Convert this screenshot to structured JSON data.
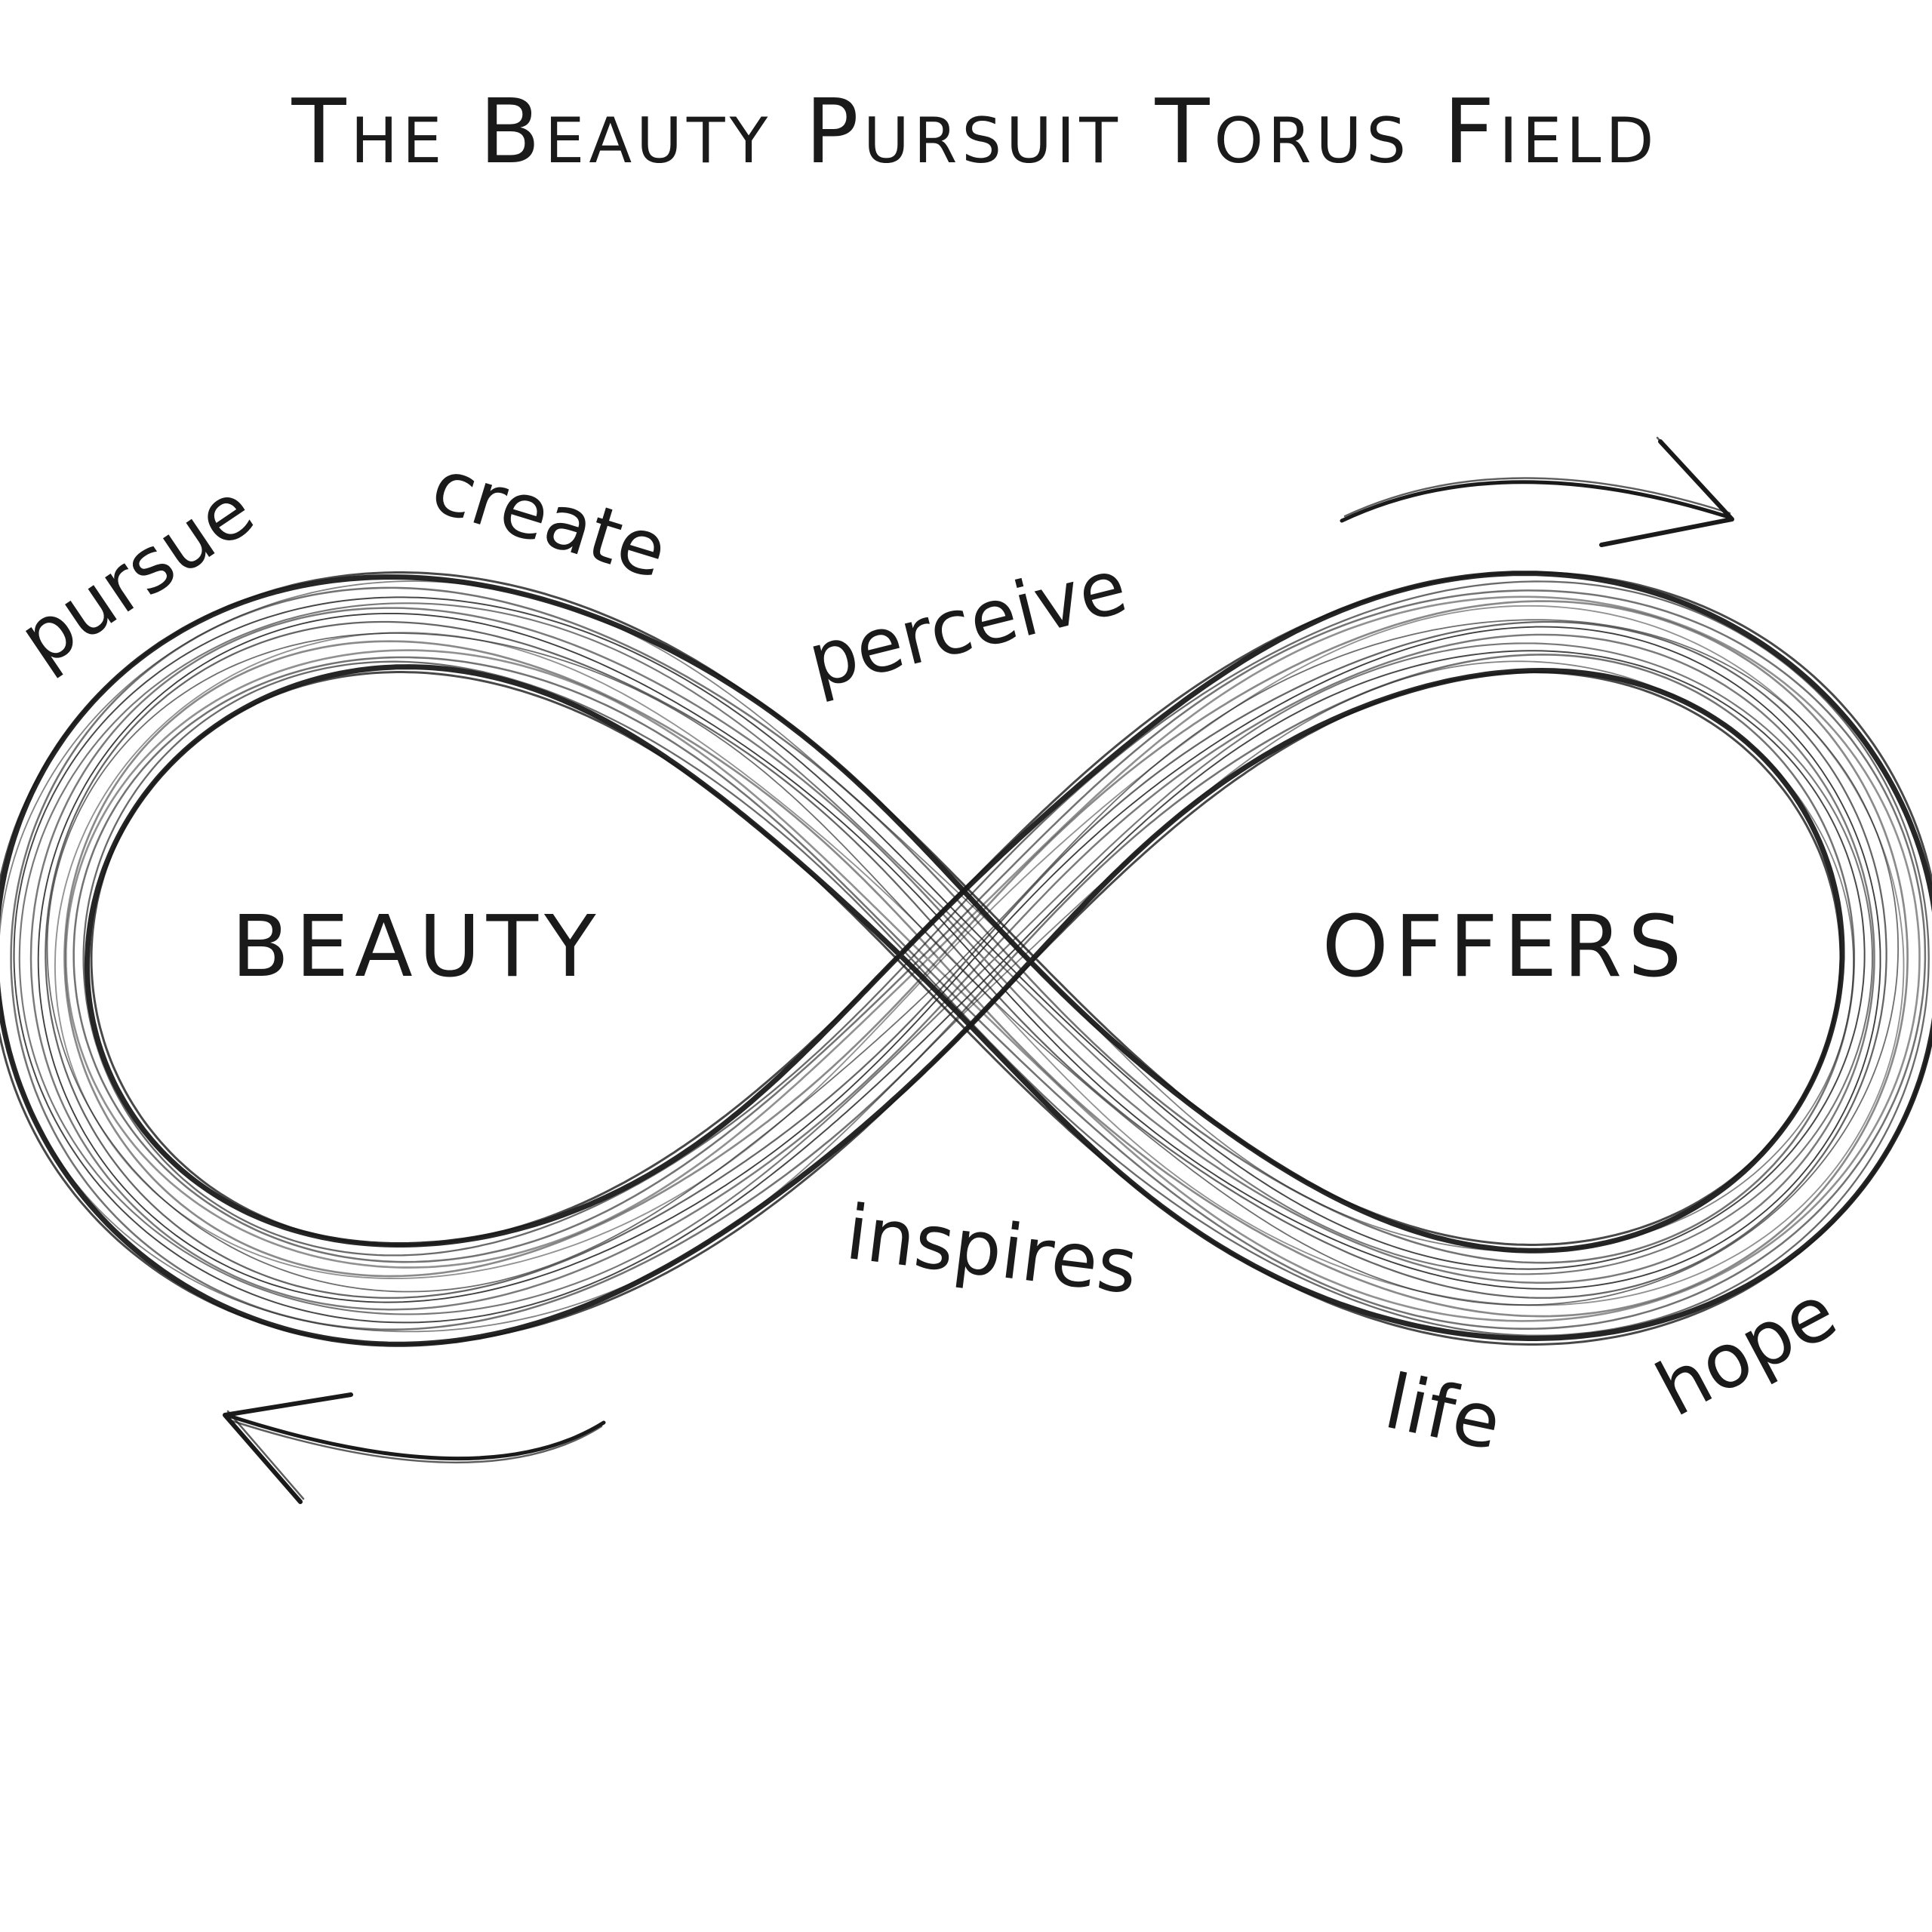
{
  "title": "The Beauty Pursuit Torus Field",
  "nodes": {
    "left": "BEAUTY",
    "right": "OFFERS"
  },
  "words": {
    "pursue": "pursue",
    "create": "create",
    "perceive": "perceive",
    "inspires": "inspires",
    "life": "life",
    "hope": "hope"
  },
  "colors": {
    "ink": "#1a1a1a",
    "background": "#ffffff"
  },
  "icons": {
    "top_arrow": "arrow-right-icon",
    "bottom_arrow": "arrow-left-icon"
  }
}
